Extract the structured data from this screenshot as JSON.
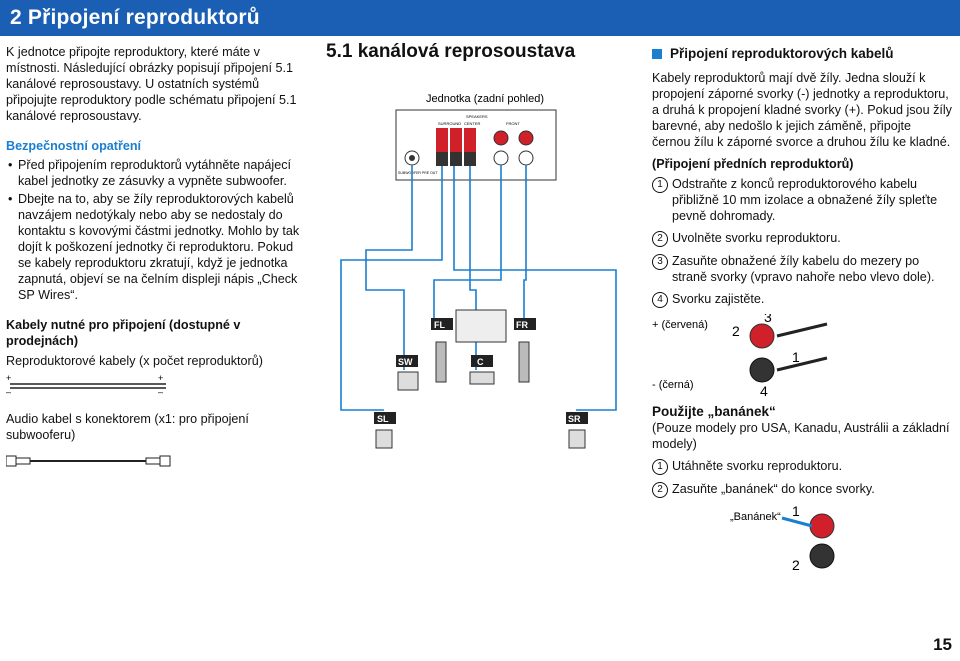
{
  "header": {
    "title": "2 Připojení reproduktorů"
  },
  "left": {
    "intro": "K jednotce připojte reproduktory, které máte v místnosti. Následující obrázky popisují připojení 5.1 kanálové reprosoustavy. U ostatních systémů připojujte reproduktory podle schématu připojení 5.1 kanálové reprosoustavy.",
    "safety_title": "Bezpečnostní opatření",
    "safety_items": [
      "Před připojením reproduktorů vytáhněte napájecí kabel jednotky ze zásuvky a vypněte subwoofer.",
      "Dbejte na to, aby se žíly reproduktorových kabelů navzájem nedotýkaly nebo aby se nedostaly do kontaktu s kovovými částmi jednotky. Mohlo by tak dojít k poškození jednotky či reproduktoru. Pokud se kabely reproduktoru zkratují, když je jednotka zapnutá, objeví se na čelním displeji nápis „Check SP Wires“."
    ],
    "cables_title": "Kabely nutné pro připojení (dostupné v prodejnách)",
    "speaker_cable_label": "Reproduktorové kabely (x počet reproduktorů)",
    "audio_cable_label": "Audio kabel s konektorem (x1: pro připojení subwooferu)",
    "plus": "+",
    "minus": "–"
  },
  "middle": {
    "title": "5.1 kanálová reprosoustava",
    "unit_label": "Jednotka (zadní pohled)",
    "panel_speakers": "SPEAKERS",
    "panel_front": "FRONT",
    "panel_surround": "SURROUND",
    "panel_center": "CENTER",
    "panel_subwoofer": "SUBWOOFER PRE OUT",
    "speakers": [
      "FL",
      "FR",
      "SW",
      "C",
      "SL",
      "SR"
    ]
  },
  "right": {
    "section_title": "Připojení reproduktorových kabelů",
    "para1": "Kabely reproduktorů mají dvě žíly. Jedna slouží k propojení záporné svorky (-) jednotky a reproduktoru, a druhá k propojení kladné svorky (+). Pokud jsou žíly barevné, aby nedošlo k jejich záměně, připojte černou žílu k záporné svorce a druhou žílu ke kladné.",
    "front_title": "(Připojení předních reproduktorů)",
    "steps1": [
      {
        "n": "1",
        "text": "Odstraňte z konců reproduktorového kabelu přibližně 10 mm izolace a obnažené žíly spleťte pevně dohromady."
      },
      {
        "n": "2",
        "text": "Uvolněte svorku reproduktoru."
      },
      {
        "n": "3",
        "text": "Zasuňte obnažené žíly kabelu do mezery po straně svorky (vpravo nahoře nebo vlevo dole)."
      },
      {
        "n": "4",
        "text": "Svorku zajistěte."
      }
    ],
    "red_label": "+ (červená)",
    "black_label": "- (černá)",
    "banana_title": "Použijte „banánek“",
    "banana_note": "(Pouze modely pro USA, Kanadu, Austrálii a základní modely)",
    "steps2": [
      {
        "n": "1",
        "text": "Utáhněte svorku reproduktoru."
      },
      {
        "n": "2",
        "text": "Zasuňte „banánek“ do konce svorky."
      }
    ],
    "banana_label": "„Banánek“",
    "fig_nums": [
      "1",
      "2",
      "3",
      "4"
    ]
  },
  "page_number": "15",
  "colors": {
    "accent": "#1a5fb4",
    "wire": "#1a7fd0",
    "red": "#d0202a"
  }
}
